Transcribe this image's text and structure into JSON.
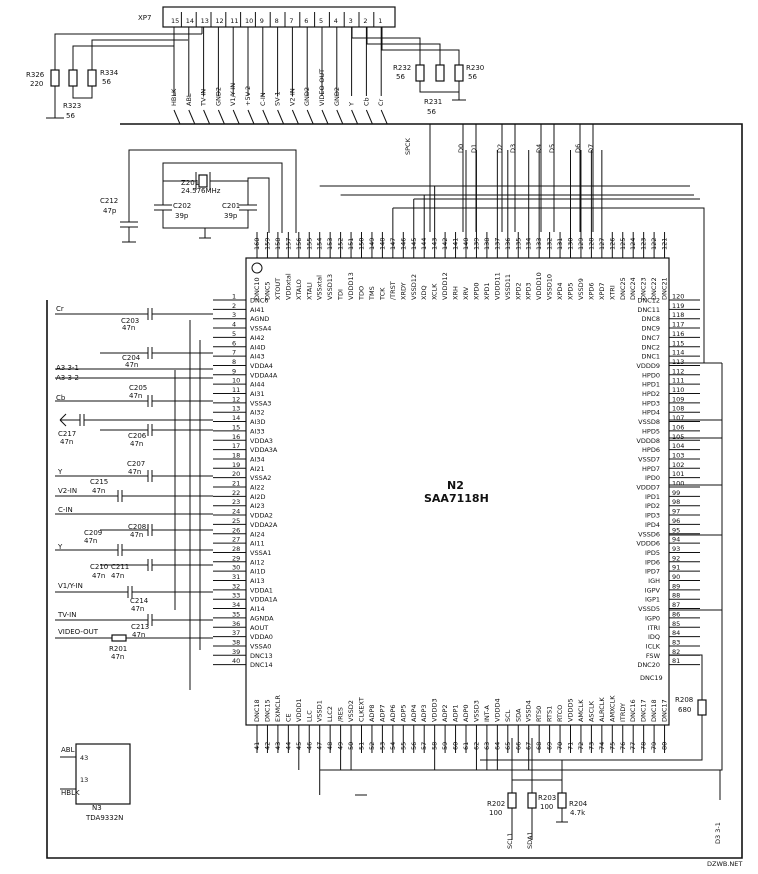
{
  "xp7": {
    "ref": "XP7",
    "numbers": [
      "15",
      "14",
      "13",
      "12",
      "11",
      "10",
      "9",
      "8",
      "7",
      "6",
      "5",
      "4",
      "3",
      "2",
      "1"
    ],
    "labels": [
      "HBLK",
      "ABL",
      "TV-IN",
      "GND2",
      "V1/Y-IN",
      "+5V-2",
      "C-IN",
      "SV-1",
      "V2-IN",
      "GND2",
      "VIDEO-OUT",
      "GND2",
      "Y",
      "Cb",
      "Cr"
    ]
  },
  "chip": {
    "ref": "N2",
    "part": "SAA7118H",
    "left_pins": [
      {
        "n": "1",
        "name": "DNC6"
      },
      {
        "n": "2",
        "name": "AI41"
      },
      {
        "n": "3",
        "name": "AGND"
      },
      {
        "n": "4",
        "name": "VSSA4"
      },
      {
        "n": "5",
        "name": "AI42"
      },
      {
        "n": "6",
        "name": "AI4D"
      },
      {
        "n": "7",
        "name": "AI43"
      },
      {
        "n": "8",
        "name": "VDDA4"
      },
      {
        "n": "9",
        "name": "VDDA4A"
      },
      {
        "n": "10",
        "name": "AI44"
      },
      {
        "n": "11",
        "name": "AI31"
      },
      {
        "n": "12",
        "name": "VSSA3"
      },
      {
        "n": "13",
        "name": "AI32"
      },
      {
        "n": "14",
        "name": "AI3D"
      },
      {
        "n": "15",
        "name": "AI33"
      },
      {
        "n": "16",
        "name": "VDDA3"
      },
      {
        "n": "17",
        "name": "VDDA3A"
      },
      {
        "n": "18",
        "name": "AI34"
      },
      {
        "n": "19",
        "name": "AI21"
      },
      {
        "n": "20",
        "name": "VSSA2"
      },
      {
        "n": "21",
        "name": "AI22"
      },
      {
        "n": "22",
        "name": "AI2D"
      },
      {
        "n": "23",
        "name": "AI23"
      },
      {
        "n": "24",
        "name": "VDDA2"
      },
      {
        "n": "25",
        "name": "VDDA2A"
      },
      {
        "n": "26",
        "name": "AI24"
      },
      {
        "n": "27",
        "name": "AI11"
      },
      {
        "n": "28",
        "name": "VSSA1"
      },
      {
        "n": "29",
        "name": "AI12"
      },
      {
        "n": "30",
        "name": "AI1D"
      },
      {
        "n": "31",
        "name": "AI13"
      },
      {
        "n": "32",
        "name": "VDDA1"
      },
      {
        "n": "33",
        "name": "VDDA1A"
      },
      {
        "n": "34",
        "name": "AI14"
      },
      {
        "n": "35",
        "name": "AGNDA"
      },
      {
        "n": "36",
        "name": "AOUT"
      },
      {
        "n": "37",
        "name": "VDDA0"
      },
      {
        "n": "38",
        "name": "VSSA0"
      },
      {
        "n": "39",
        "name": "DNC13"
      },
      {
        "n": "40",
        "name": "DNC14"
      }
    ],
    "right_pins": [
      {
        "n": "120",
        "name": "DNC12"
      },
      {
        "n": "119",
        "name": "DNC11"
      },
      {
        "n": "118",
        "name": "DNC8"
      },
      {
        "n": "117",
        "name": "DNC9"
      },
      {
        "n": "116",
        "name": "DNC7"
      },
      {
        "n": "115",
        "name": "DNC2"
      },
      {
        "n": "114",
        "name": "DNC1"
      },
      {
        "n": "113",
        "name": "VDDD9"
      },
      {
        "n": "112",
        "name": "HPD0"
      },
      {
        "n": "111",
        "name": "HPD1"
      },
      {
        "n": "110",
        "name": "HPD2"
      },
      {
        "n": "109",
        "name": "HPD3"
      },
      {
        "n": "108",
        "name": "HPD4"
      },
      {
        "n": "107",
        "name": "VSSD8"
      },
      {
        "n": "106",
        "name": "HPD5"
      },
      {
        "n": "105",
        "name": "VDDD8"
      },
      {
        "n": "104",
        "name": "HPD6"
      },
      {
        "n": "103",
        "name": "VSSD7"
      },
      {
        "n": "102",
        "name": "HPD7"
      },
      {
        "n": "101",
        "name": "IPD0"
      },
      {
        "n": "100",
        "name": "VDDD7"
      },
      {
        "n": "99",
        "name": "IPD1"
      },
      {
        "n": "98",
        "name": "IPD2"
      },
      {
        "n": "97",
        "name": "IPD3"
      },
      {
        "n": "96",
        "name": "IPD4"
      },
      {
        "n": "95",
        "name": "VSSD6"
      },
      {
        "n": "94",
        "name": "VDDD6"
      },
      {
        "n": "93",
        "name": "IPD5"
      },
      {
        "n": "92",
        "name": "IPD6"
      },
      {
        "n": "91",
        "name": "IPD7"
      },
      {
        "n": "90",
        "name": "IGH"
      },
      {
        "n": "89",
        "name": "IGPV"
      },
      {
        "n": "88",
        "name": "IGP1"
      },
      {
        "n": "87",
        "name": "VSSD5"
      },
      {
        "n": "86",
        "name": "IGP0"
      },
      {
        "n": "85",
        "name": "ITRI"
      },
      {
        "n": "84",
        "name": "IDQ"
      },
      {
        "n": "83",
        "name": "ICLK"
      },
      {
        "n": "82",
        "name": "FSW"
      },
      {
        "n": "81",
        "name": "DNC20"
      }
    ],
    "right_pin_81_name2": "DNC19",
    "top_pins": [
      {
        "n": "160",
        "name": "DNC10"
      },
      {
        "n": "159",
        "name": "DNC5"
      },
      {
        "n": "158",
        "name": "XTOUT"
      },
      {
        "n": "157",
        "name": "VDDxtal"
      },
      {
        "n": "156",
        "name": "XTALO"
      },
      {
        "n": "155",
        "name": "XTALI"
      },
      {
        "n": "154",
        "name": "VSSxtal"
      },
      {
        "n": "153",
        "name": "VSSD13"
      },
      {
        "n": "152",
        "name": "TDI"
      },
      {
        "n": "151",
        "name": "VDDD13"
      },
      {
        "n": "150",
        "name": "TDO"
      },
      {
        "n": "149",
        "name": "TMS"
      },
      {
        "n": "148",
        "name": "TCK"
      },
      {
        "n": "147",
        "name": "/TRST"
      },
      {
        "n": "146",
        "name": "XRDY"
      },
      {
        "n": "145",
        "name": "VSSD12"
      },
      {
        "n": "144",
        "name": "XDQ"
      },
      {
        "n": "143",
        "name": "XCLK"
      },
      {
        "n": "142",
        "name": "VDDD12"
      },
      {
        "n": "141",
        "name": "XRH"
      },
      {
        "n": "140",
        "name": "XRV"
      },
      {
        "n": "139",
        "name": "XPD0"
      },
      {
        "n": "138",
        "name": "XPD1"
      },
      {
        "n": "137",
        "name": "VDDD11"
      },
      {
        "n": "136",
        "name": "VSSD11"
      },
      {
        "n": "135",
        "name": "XPD2"
      },
      {
        "n": "134",
        "name": "XPD3"
      },
      {
        "n": "133",
        "name": "VDDD10"
      },
      {
        "n": "132",
        "name": "VSSD10"
      },
      {
        "n": "131",
        "name": "XPD4"
      },
      {
        "n": "130",
        "name": "XPD5"
      },
      {
        "n": "129",
        "name": "VSSD9"
      },
      {
        "n": "128",
        "name": "XPD6"
      },
      {
        "n": "127",
        "name": "XPD7"
      },
      {
        "n": "126",
        "name": "XTRI"
      },
      {
        "n": "125",
        "name": "DNC25"
      },
      {
        "n": "124",
        "name": "DNC24"
      },
      {
        "n": "123",
        "name": "DNC23"
      },
      {
        "n": "122",
        "name": "DNC22"
      },
      {
        "n": "121",
        "name": "DNC21"
      }
    ],
    "bottom_pins": [
      {
        "n": "41",
        "name": "DNC18"
      },
      {
        "n": "42",
        "name": "DNC15"
      },
      {
        "n": "43",
        "name": "EXMCLR"
      },
      {
        "n": "44",
        "name": "CE"
      },
      {
        "n": "45",
        "name": "VDDD1"
      },
      {
        "n": "46",
        "name": "LLC"
      },
      {
        "n": "47",
        "name": "VSSD1"
      },
      {
        "n": "48",
        "name": "LLC2"
      },
      {
        "n": "49",
        "name": "/RES"
      },
      {
        "n": "50",
        "name": "VSSD2"
      },
      {
        "n": "51",
        "name": "CLKEXT"
      },
      {
        "n": "52",
        "name": "ADP8"
      },
      {
        "n": "53",
        "name": "ADP7"
      },
      {
        "n": "54",
        "name": "ADP6"
      },
      {
        "n": "55",
        "name": "ADP5"
      },
      {
        "n": "56",
        "name": "ADP4"
      },
      {
        "n": "57",
        "name": "ADP3"
      },
      {
        "n": "58",
        "name": "VDDD3"
      },
      {
        "n": "59",
        "name": "ADP2"
      },
      {
        "n": "60",
        "name": "ADP1"
      },
      {
        "n": "61",
        "name": "ADP0"
      },
      {
        "n": "62",
        "name": "VSSD3"
      },
      {
        "n": "63",
        "name": "INT-A"
      },
      {
        "n": "64",
        "name": "VDDD4"
      },
      {
        "n": "65",
        "name": "SCL"
      },
      {
        "n": "66",
        "name": "SDA"
      },
      {
        "n": "67",
        "name": "VSSD4"
      },
      {
        "n": "68",
        "name": "RTS0"
      },
      {
        "n": "69",
        "name": "RTS1"
      },
      {
        "n": "70",
        "name": "RTCO"
      },
      {
        "n": "71",
        "name": "VDDD5"
      },
      {
        "n": "72",
        "name": "AMCLK"
      },
      {
        "n": "73",
        "name": "ASCLK"
      },
      {
        "n": "74",
        "name": "ALRCLK"
      },
      {
        "n": "75",
        "name": "AMXCLK"
      },
      {
        "n": "76",
        "name": "ITRDY"
      },
      {
        "n": "77",
        "name": "DNC16"
      },
      {
        "n": "78",
        "name": "DNC17"
      },
      {
        "n": "79",
        "name": "DNC18"
      },
      {
        "n": "80",
        "name": "DNC17"
      }
    ]
  },
  "bus_labels": [
    "SPCK",
    "D0",
    "D1",
    "D2",
    "D3",
    "D4",
    "D5",
    "D6",
    "D7"
  ],
  "left_nets": {
    "cr": "Cr",
    "a3_1": "A3 3-1",
    "a3_2": "A3 3-2",
    "cb": "Cb",
    "y1": "Y",
    "v2in": "V2-IN",
    "cin": "C-IN",
    "y2": "Y",
    "v1yin": "V1/Y-IN",
    "tvin": "TV-IN",
    "videoout": "VIDEO-OUT"
  },
  "caps": {
    "c203": "C203",
    "c203v": "47n",
    "c204": "C204",
    "c204v": "47n",
    "c205": "C205",
    "c205v": "47n",
    "c206": "C206",
    "c206v": "47n",
    "c217": "C217",
    "c217v": "47n",
    "c207": "C207",
    "c207v": "47n",
    "c215": "C215",
    "c215v": "47n",
    "c208": "C208",
    "c208v": "47n",
    "c209": "C209",
    "c209v": "47n",
    "c210": "C210",
    "c210v": "47n",
    "c211": "C211",
    "c211v": "47n",
    "c214": "C214",
    "c214v": "47n",
    "c213": "C213",
    "c213v": "47n",
    "c212": "C212",
    "c212v": "47p",
    "c202": "C202",
    "c202v": "39p",
    "c201": "C201",
    "c201v": "39p"
  },
  "resistors": {
    "r326": "R326",
    "r326v": "220",
    "r334": "R334",
    "r334v": "56",
    "r323": "R323",
    "r323v": "56",
    "r232": "R232",
    "r232v": "56",
    "r230": "R230",
    "r230v": "56",
    "r231": "R231",
    "r231v": "56",
    "r201": "R201",
    "r201v": "47n",
    "r208": "R208",
    "r208v": "680",
    "r202": "R202",
    "r202v": "100",
    "r203": "R203",
    "r203v": "100",
    "r204": "R204",
    "r204v": "4.7k"
  },
  "crystal": {
    "ref": "Z201",
    "freq": "24.576MHz"
  },
  "n3": {
    "ref": "N3",
    "part": "TDA9332N",
    "pin43": "43",
    "pin43_name": "ABL",
    "pin13": "13",
    "pin13_name": "HBLK"
  },
  "bottom_nets": {
    "scl": "SCL1",
    "sda": "SDA1",
    "d3": "D3 3-1"
  },
  "watermark": "DZWB.NET"
}
